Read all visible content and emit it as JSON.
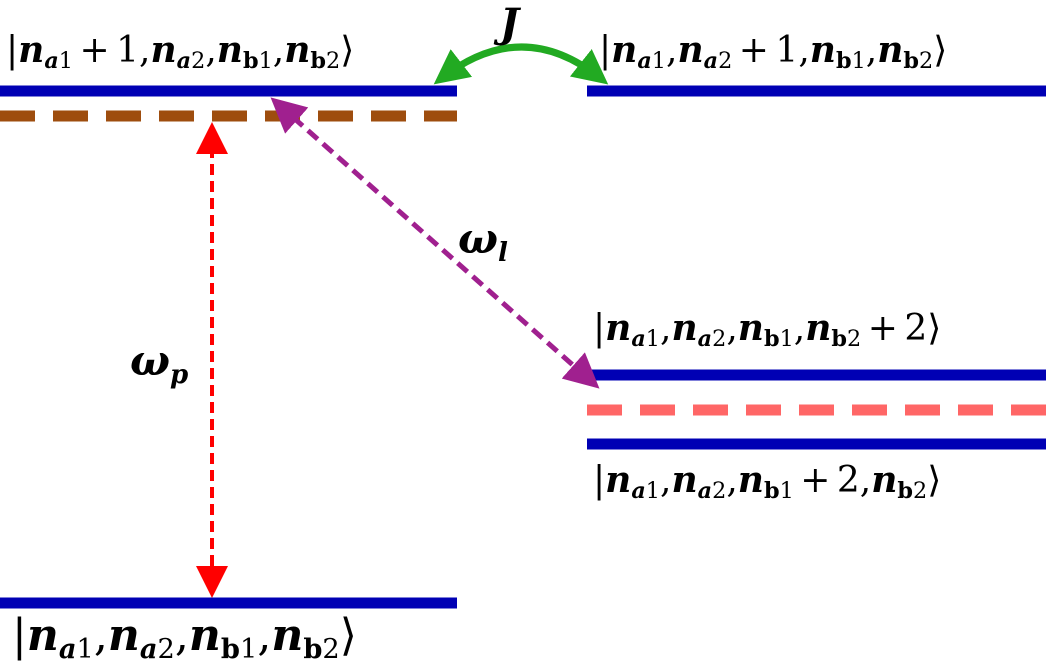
{
  "colors": {
    "level": "#0000b4",
    "virtual_upper": "#9e4d0e",
    "virtual_lower": "#ff6666",
    "pump": "#ff0000",
    "coupling": "#22aa22",
    "laser": "#a0208f"
  },
  "states": {
    "ground": {
      "parts": [
        "n",
        "a",
        "1",
        "n",
        "a",
        "2",
        "n",
        "b",
        "1",
        "n",
        "b",
        "2"
      ],
      "extra": ""
    },
    "a1_plus1": {
      "extra": "+1"
    },
    "a2_plus1": {
      "extra": "+1"
    },
    "b2_plus2": {
      "extra": "+ 2"
    },
    "b1_plus2": {
      "extra": "+ 2"
    }
  },
  "symbols": {
    "J": "J",
    "omega_l": {
      "base": "ω",
      "sub": "l"
    },
    "omega_p": {
      "base": "ω",
      "sub": "p"
    }
  }
}
